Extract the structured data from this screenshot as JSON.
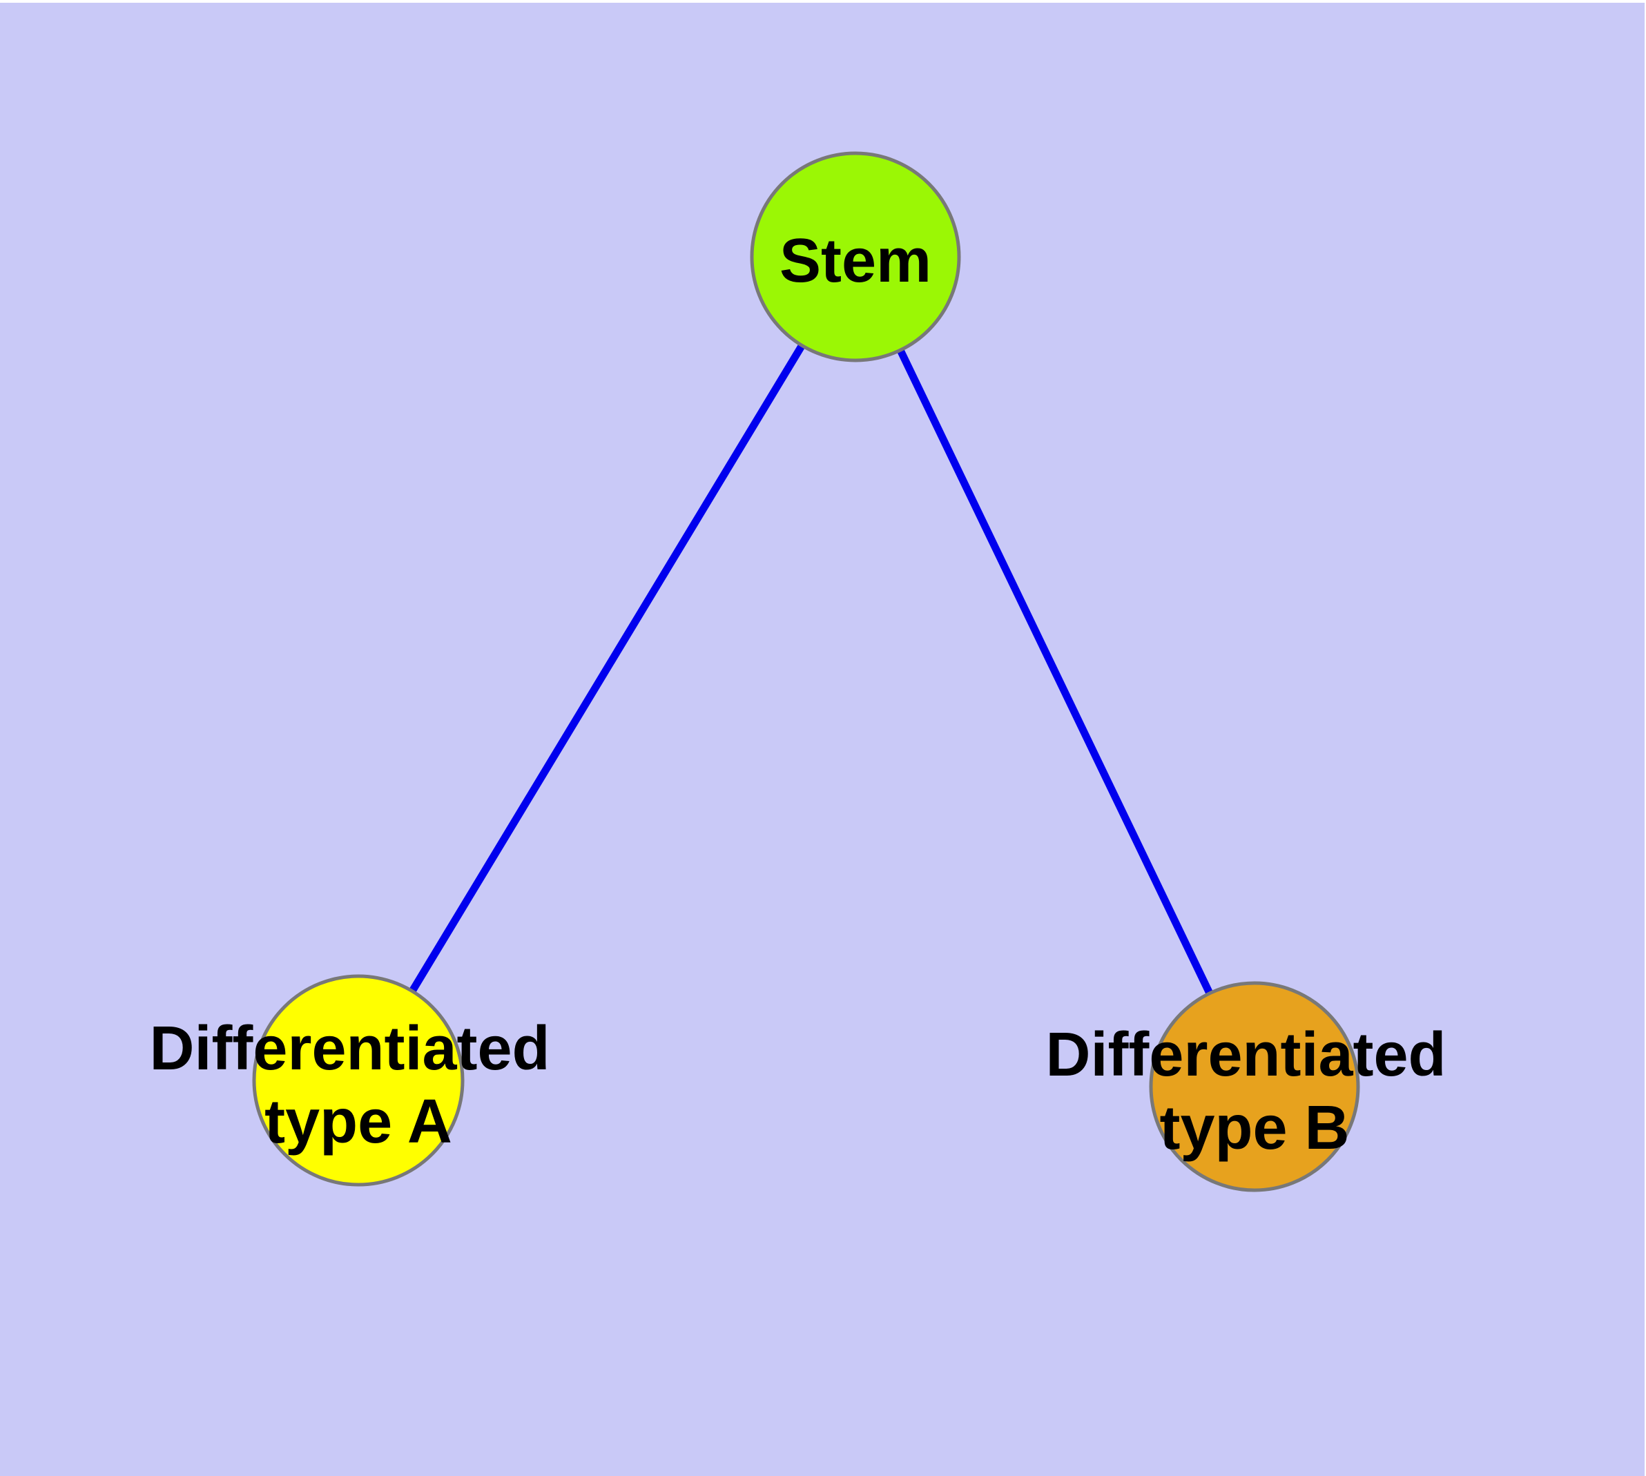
{
  "diagram": {
    "kind": "node-link-graph",
    "background_color": "#c9c9f7",
    "margin_color": "#ffffff",
    "edge_color": "#0000ee",
    "node_border_color": "#787878",
    "label_color": "#000000",
    "nodes": [
      {
        "id": "stem",
        "label": "Stem",
        "fill": "#9bf705"
      },
      {
        "id": "differentiated-type-a",
        "label": "Differentiated type A",
        "label_line1": "Differentiated",
        "label_line2": "type A",
        "fill": "#ffff00"
      },
      {
        "id": "differentiated-type-b",
        "label": "Differentiated type B",
        "label_line1": "Differentiated",
        "label_line2": "type B",
        "fill": "#e7a21e"
      }
    ],
    "edges": [
      {
        "from": "Stem",
        "to": "Differentiated type A"
      },
      {
        "from": "Stem",
        "to": "Differentiated type B"
      }
    ]
  }
}
